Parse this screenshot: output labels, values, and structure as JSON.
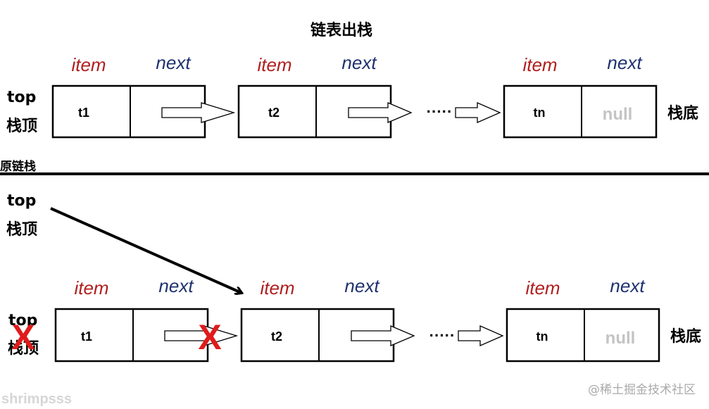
{
  "title": "链表出栈",
  "labels": {
    "item": "item",
    "next": "next",
    "null": "null",
    "ellipsis": "·····"
  },
  "top_section": {
    "top_label": "top",
    "top_cn": "栈顶",
    "bottom_label": "栈底",
    "caption": "原链栈",
    "nodes": [
      "t1",
      "t2",
      "tn"
    ]
  },
  "bottom_section": {
    "top_label": "top",
    "top_cn": "栈顶",
    "bottom_label": "栈底",
    "nodes": [
      "t1",
      "t2",
      "tn"
    ],
    "cross_mark": "X"
  },
  "watermarks": {
    "author": "shrimpsss",
    "site": "@稀土掘金技术社区"
  },
  "colors": {
    "item": "#b01e1e",
    "next": "#1f3170",
    "null": "#c4c4c4",
    "cross": "#e01b1b"
  }
}
